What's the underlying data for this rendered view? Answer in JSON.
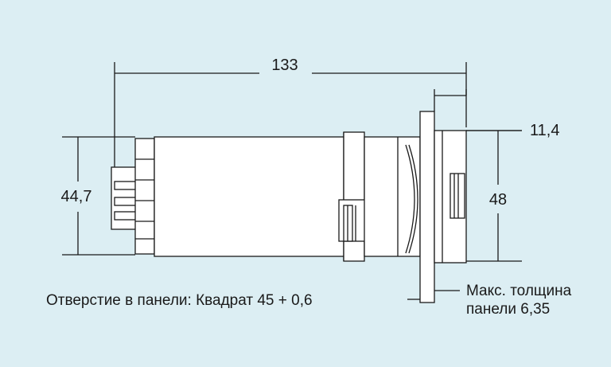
{
  "dimensions": {
    "overall_length": "133",
    "bezel_depth": "11,4",
    "body_height": "44,7",
    "front_height": "48"
  },
  "notes": {
    "panel_cutout": "Отверстие в панели: Квадрат 45 + 0,6",
    "max_thickness_line1": "Макс. толщина",
    "max_thickness_line2": "панели 6,35"
  },
  "colors": {
    "background": "#dceef3",
    "line": "#1a1a1a",
    "body": "#ffffff"
  }
}
